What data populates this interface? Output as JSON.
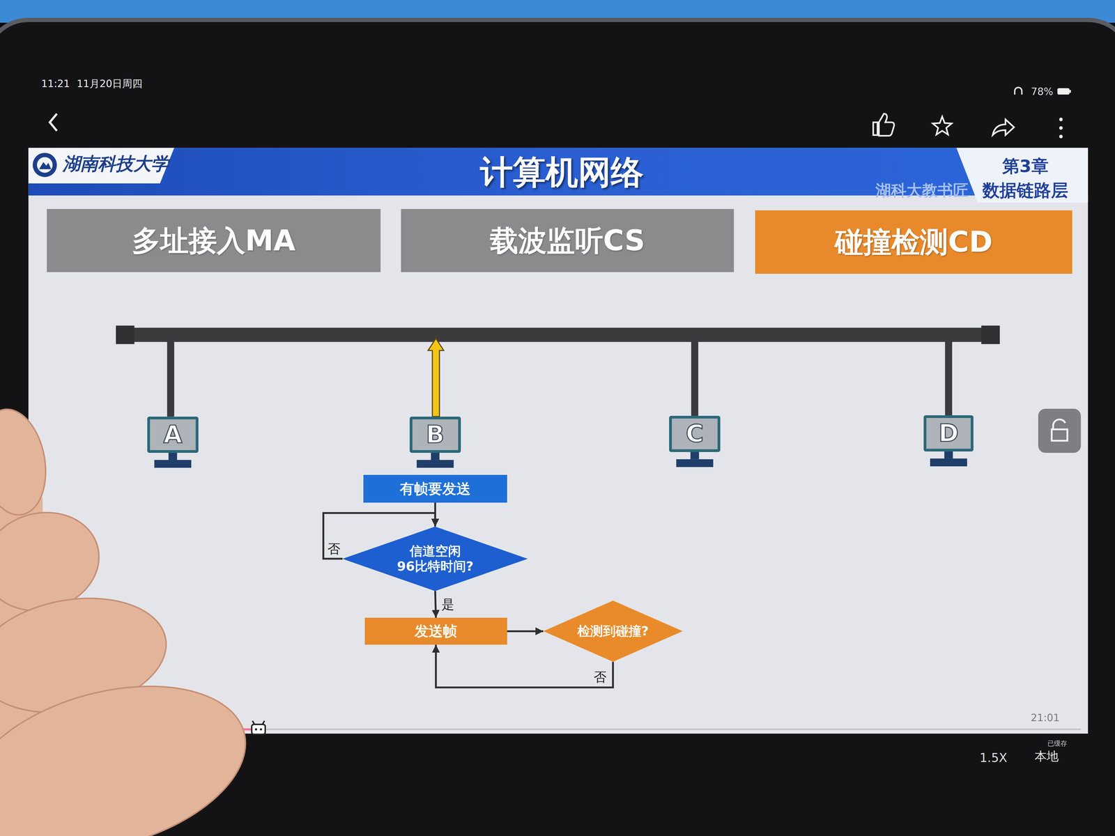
{
  "diagram": {
    "title": "计算机网络",
    "nodes": [
      {
        "text": [
          "多址接入MA"
        ]
      },
      {
        "text": [
          "载波监听CS"
        ]
      },
      {
        "text": [
          "碰撞检测CD"
        ]
      },
      {
        "text": [
          "A"
        ]
      },
      {
        "text": [
          "B"
        ]
      },
      {
        "text": [
          "C"
        ]
      },
      {
        "text": [
          "D"
        ]
      },
      {
        "text": [
          "有帧要发送"
        ]
      },
      {
        "text": [
          "信道空闲 96比特时间?"
        ]
      },
      {
        "text": [
          "发送帧"
        ]
      },
      {
        "text": [
          "检测到碰撞?"
        ]
      }
    ],
    "edges": [
      {
        "from": 7,
        "to": 8,
        "arrow": "to"
      },
      {
        "from": 8,
        "to": 8,
        "label": "否",
        "arrow": "to"
      },
      {
        "from": 8,
        "to": 9,
        "label": "是",
        "arrow": "to"
      },
      {
        "from": 9,
        "to": 10,
        "arrow": "to"
      },
      {
        "from": 10,
        "to": 9,
        "label": "否",
        "arrow": "to"
      }
    ],
    "labels": [
      "11:21",
      "11月20日周四",
      "78%",
      "湖南科技大学",
      "湖科大教书匠",
      "第3章",
      "数据链路层",
      "21:01",
      "已缓存",
      "1.5X",
      "本地"
    ]
  }
}
